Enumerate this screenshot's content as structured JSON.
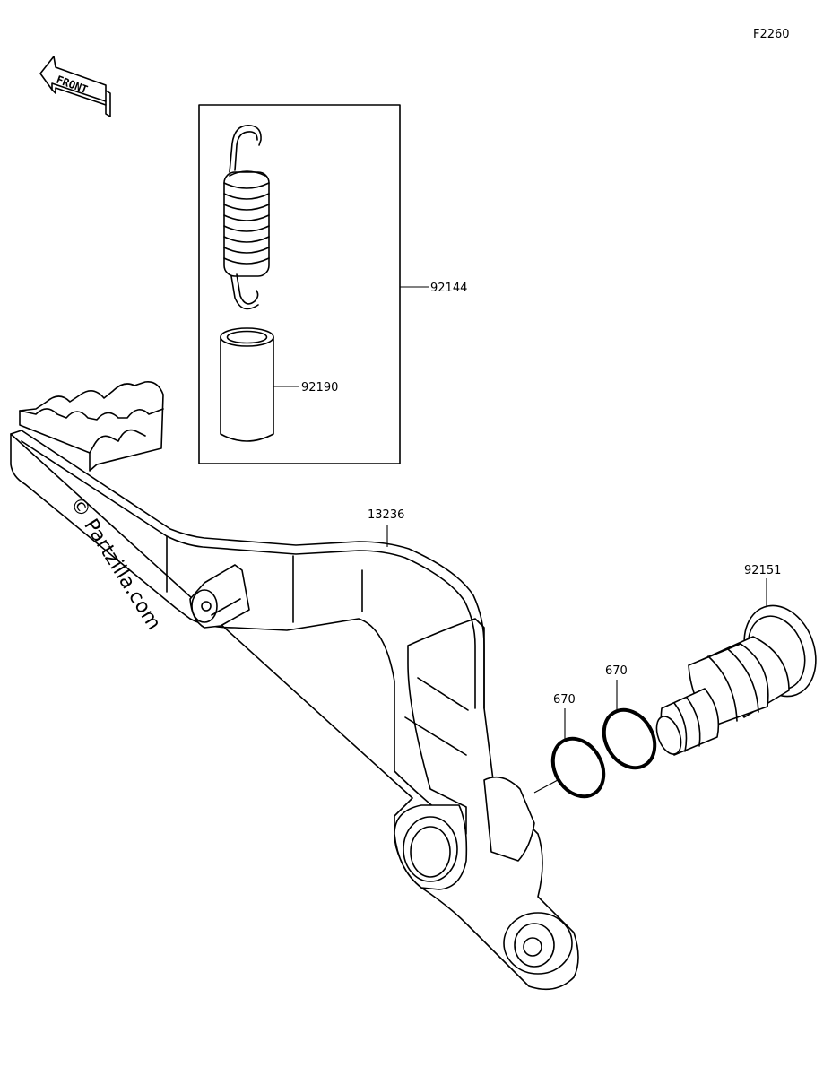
{
  "figure_code": "F2260",
  "front_label": "FRONT",
  "watermark": "© Partzilla.com",
  "callouts": {
    "spring": "92144",
    "collar": "92190",
    "pedal": "13236",
    "shaft": "92151",
    "oring_left": "670",
    "oring_right": "670"
  }
}
